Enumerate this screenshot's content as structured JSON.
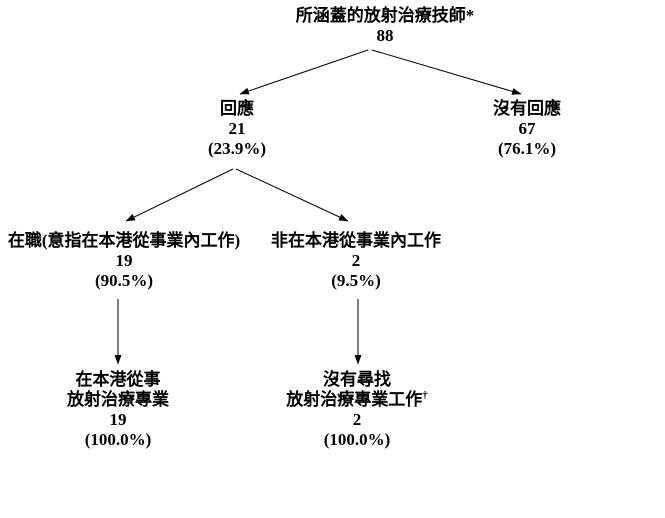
{
  "page": {
    "background": "#ffffff",
    "line_color": "#000000",
    "text_color": "#000000"
  },
  "flowchart": {
    "root": {
      "label": "所涵蓋的放射治療技師*",
      "value": "88"
    },
    "responded": {
      "label": "回應",
      "value": "21",
      "percent": "(23.9%)"
    },
    "no_response": {
      "label": "沒有回應",
      "value": "67",
      "percent": "(76.1%)"
    },
    "employed": {
      "label": "在職(意指在本港從事業內工作)",
      "value": "19",
      "percent": "(90.5%)"
    },
    "not_employed": {
      "label": "非在本港從事業內工作",
      "value": "2",
      "percent": "(9.5%)"
    },
    "practicing": {
      "label_line1": "在本港從事",
      "label_line2": "放射治療專業",
      "value": "19",
      "percent": "(100.0%)"
    },
    "not_seeking": {
      "label_line1": "沒有尋找",
      "label_line2": "放射治療專業工作",
      "footnote_mark": "†",
      "value": "2",
      "percent": "(100.0%)"
    }
  }
}
